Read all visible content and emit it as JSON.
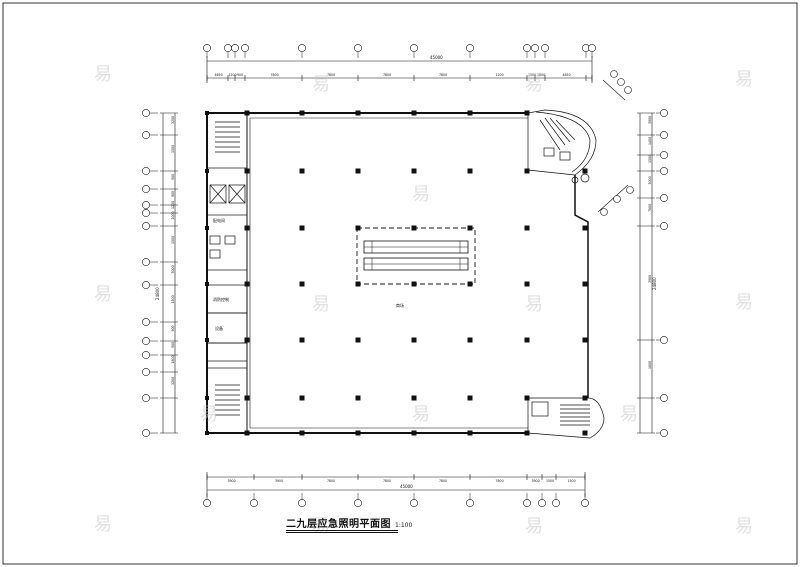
{
  "drawing": {
    "title": "二九层应急照明平面图",
    "scale": "1:100",
    "watermark_glyph": "易"
  },
  "top_dimensions": {
    "overall": "45000",
    "segments": [
      "4650",
      "1200",
      "900",
      "7800",
      "7800",
      "7800",
      "7800",
      "1200",
      "1500",
      "1800",
      "4650"
    ]
  },
  "bottom_dimensions": {
    "overall": "45000",
    "segments": [
      "3900",
      "3900",
      "7800",
      "7800",
      "7800",
      "7800",
      "3900",
      "1500",
      "1500"
    ]
  },
  "left_dimensions": {
    "overall": "24800",
    "segments": [
      "3200",
      "1500",
      "900",
      "900",
      "1200",
      "2000",
      "1500",
      "3000",
      "1500",
      "900",
      "900",
      "1800",
      "3200"
    ]
  },
  "right_dimensions": {
    "overall": "24800",
    "segments": [
      "3900",
      "1400",
      "1500",
      "3000",
      "7800",
      "3900",
      "1800"
    ]
  },
  "room_labels": [
    "配电间",
    "消防控制",
    "设备",
    "商场"
  ],
  "colors": {
    "line": "#111111",
    "watermark": "#c8c8c8",
    "background": "#ffffff"
  }
}
